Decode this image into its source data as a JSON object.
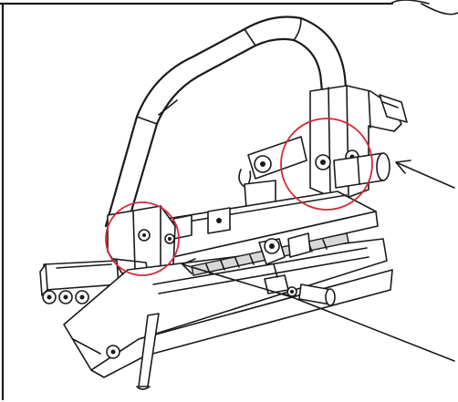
{
  "figure": {
    "kind": "assembly-illustration",
    "line_color": "#1a1a1a",
    "highlight_color": "#d6283a",
    "background": "#ffffff",
    "highlight_circles": 2,
    "pointer_arrows": 3
  }
}
